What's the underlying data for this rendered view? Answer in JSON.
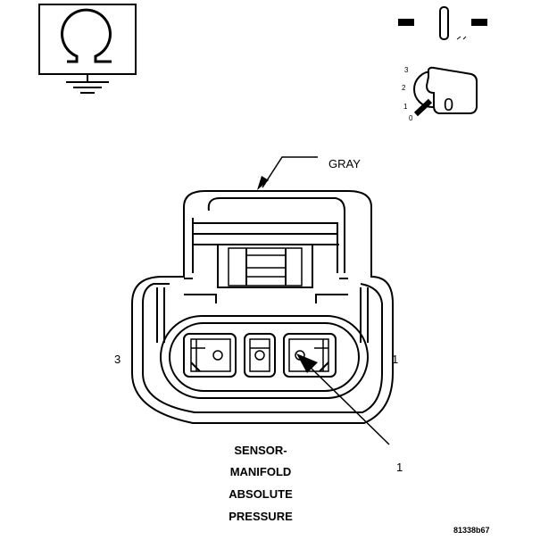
{
  "wire_color_label": "GRAY",
  "pin_labels": {
    "left": "3",
    "right": "1"
  },
  "callout_label": "1",
  "connector_name": [
    "SENSOR-",
    "MANIFOLD",
    "ABSOLUTE",
    "PRESSURE"
  ],
  "ignition_key": {
    "positions": [
      "3",
      "2",
      "1",
      "0"
    ],
    "key_position": "0"
  },
  "figure_id": "81338b67",
  "icons": {
    "ohmmeter": "ohm-symbol-icon",
    "ground": "ground-icon",
    "disconnect": "battery-disconnect-icon",
    "key": "ignition-key-icon"
  },
  "colors": {
    "line": "#000000",
    "background": "#ffffff"
  }
}
